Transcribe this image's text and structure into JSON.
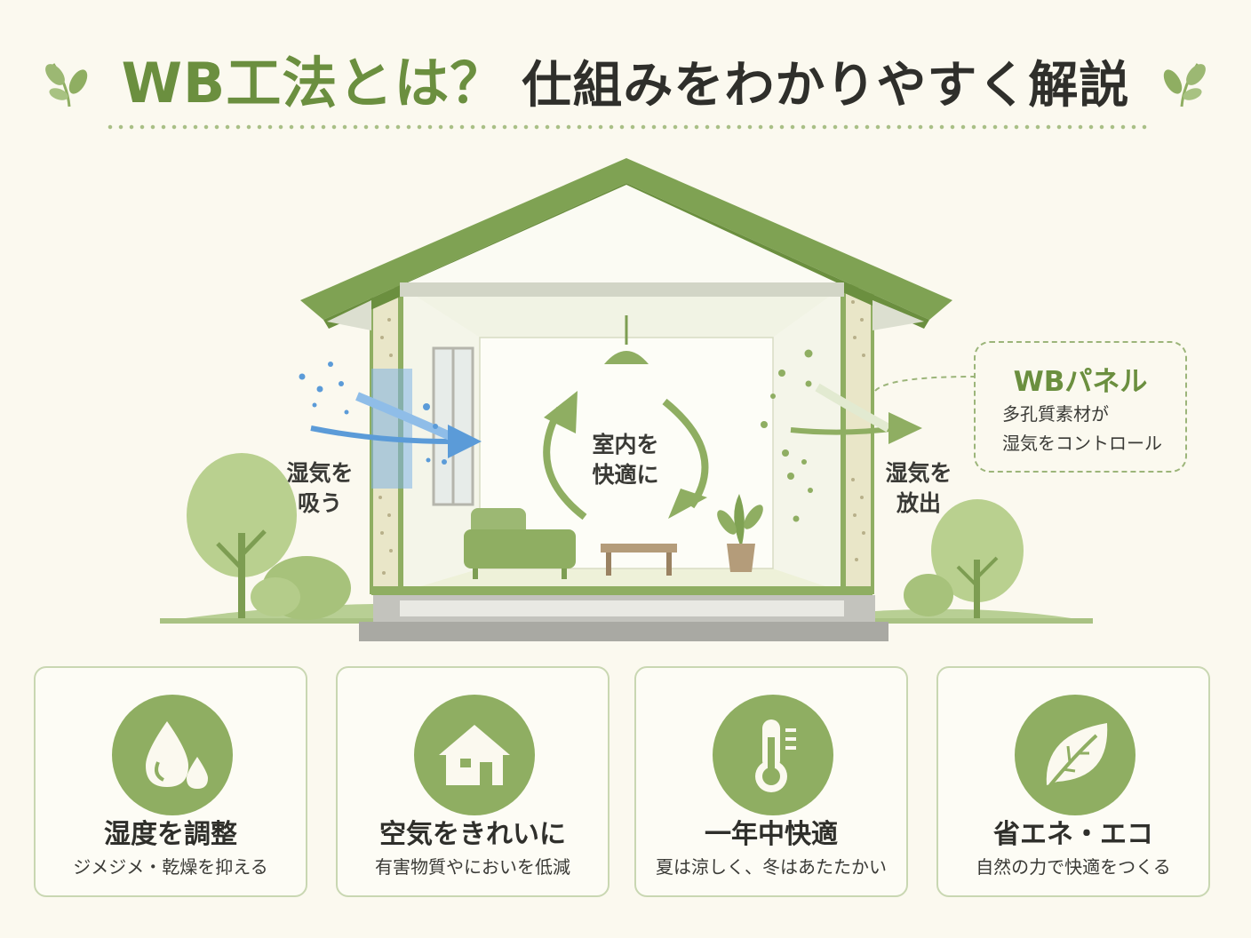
{
  "header": {
    "title_accent": "WB工法とは？",
    "title_rest": "仕組みをわかりやすく解説"
  },
  "diagram": {
    "left_label": "湿気を\n吸う",
    "center_label": "室内を\n快適に",
    "right_label": "湿気を\n放出",
    "panel_title": "WBパネル",
    "panel_desc": "多孔質素材が\n湿気をコントロール"
  },
  "features": [
    {
      "icon": "water-drops-icon",
      "title": "湿度を調整",
      "desc": "ジメジメ・乾燥を抑える"
    },
    {
      "icon": "house-icon",
      "title": "空気をきれいに",
      "desc": "有害物質やにおいを低減"
    },
    {
      "icon": "thermometer-icon",
      "title": "一年中快適",
      "desc": "夏は涼しく、冬はあたたかい"
    },
    {
      "icon": "leaf-icon",
      "title": "省エネ・エコ",
      "desc": "自然の力で快適をつくる"
    }
  ],
  "colors": {
    "accent": "#6b8f3f",
    "icon_circle": "#8fae62",
    "roof": "#7fa253",
    "air_in": "#5b9bd8",
    "background": "#fbf9ef"
  }
}
